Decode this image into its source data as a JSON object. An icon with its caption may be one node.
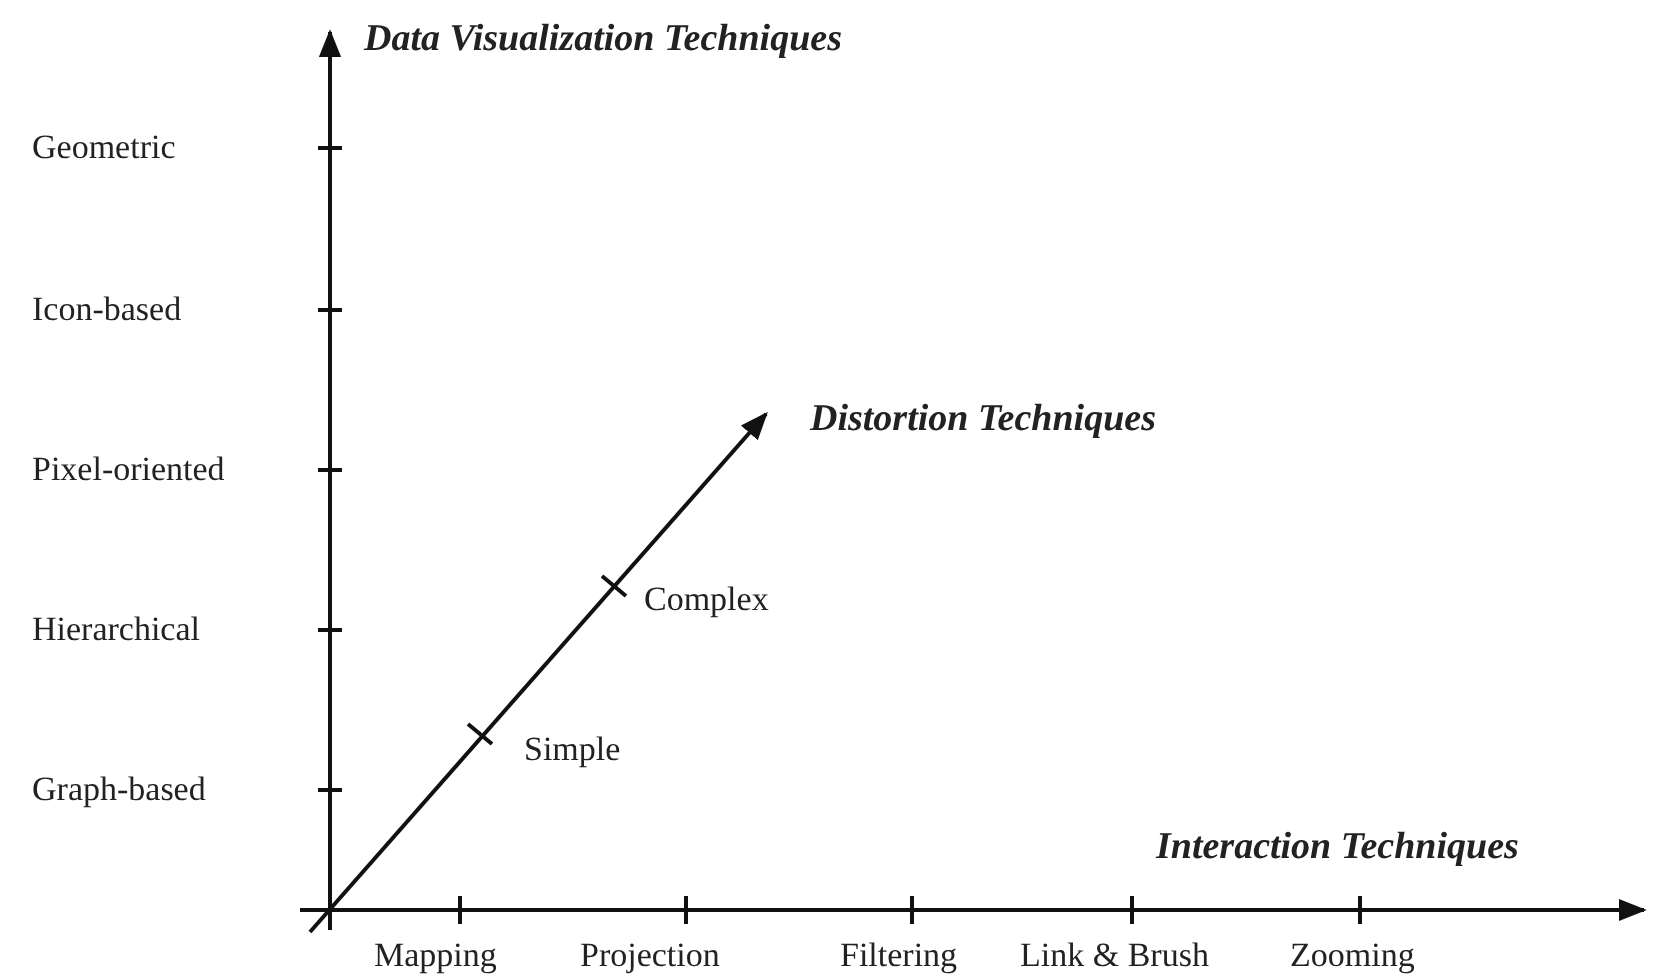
{
  "diagram": {
    "labels": [
      "Data Visualization Techniques",
      "Geometric",
      "Icon-based",
      "Pixel-oriented",
      "Hierarchical",
      "Graph-based",
      "Distortion Techniques",
      "Complex",
      "Simple",
      "Interaction Techniques",
      "Mapping",
      "Projection",
      "Filtering",
      "Link & Brush",
      "Zooming"
    ]
  }
}
